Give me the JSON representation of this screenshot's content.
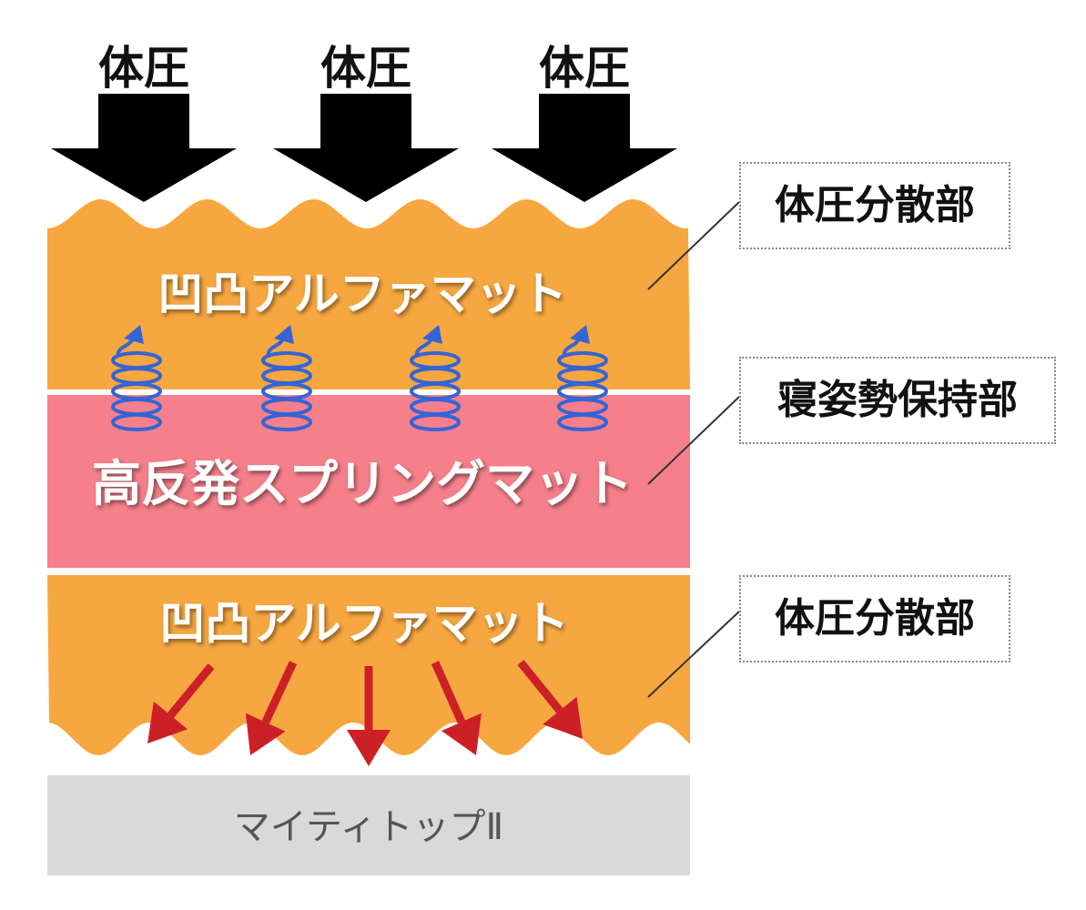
{
  "pressure_arrows": [
    {
      "label": "体圧"
    },
    {
      "label": "体圧"
    },
    {
      "label": "体圧"
    }
  ],
  "layers": {
    "top": {
      "label": "凹凸アルファマット",
      "color": "#F7A740"
    },
    "middle": {
      "label": "高反発スプリングマット",
      "color": "#F5808B"
    },
    "bottom": {
      "label": "凹凸アルファマット",
      "color": "#F7A740"
    },
    "base": {
      "label": "マイティトップⅡ",
      "color": "#D9D9D9"
    }
  },
  "callouts": {
    "top": {
      "label": "体圧分散部"
    },
    "middle": {
      "label": "寝姿勢保持部"
    },
    "bottom": {
      "label": "体圧分散部"
    }
  },
  "colors": {
    "pressure_arrow": "#000000",
    "spring": "#3564D6",
    "dispersion_arrow": "#CC2027"
  },
  "icons": {
    "spring": "spring-icon",
    "pressure": "down-arrow-icon",
    "dispersion": "red-arrow-icon"
  }
}
